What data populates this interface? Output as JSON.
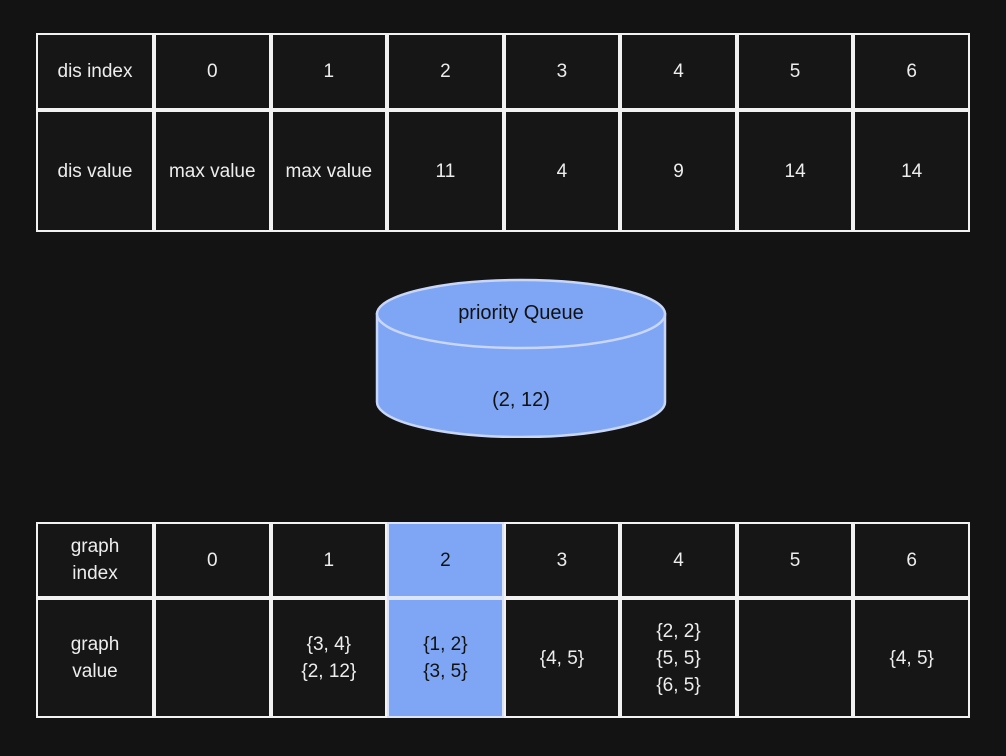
{
  "colors": {
    "background": "#131313",
    "border": "#f2f2f2",
    "text": "#ededed",
    "highlight": "#7ea6f4",
    "highlight_text": "#111111",
    "cylinder_fill": "#7ea6f4",
    "cylinder_stroke": "#c9d6f8"
  },
  "dis_table": {
    "index_label": "dis index",
    "value_label": "dis value",
    "indices": [
      "0",
      "1",
      "2",
      "3",
      "4",
      "5",
      "6"
    ],
    "values": [
      "max value",
      "max value",
      "11",
      "4",
      "9",
      "14",
      "14"
    ]
  },
  "queue": {
    "title": "priority Queue",
    "item": "(2, 12)"
  },
  "graph_table": {
    "index_label_lines": [
      "graph",
      "index"
    ],
    "value_label_lines": [
      "graph",
      "value"
    ],
    "indices": [
      "0",
      "1",
      "2",
      "3",
      "4",
      "5",
      "6"
    ],
    "highlighted_index": "2",
    "values": [
      [],
      [
        "{3, 4}",
        "{2, 12}"
      ],
      [
        "{1, 2}",
        "{3, 5}"
      ],
      [
        "{4, 5}"
      ],
      [
        "{2, 2}",
        "{5, 5}",
        "{6, 5}"
      ],
      [],
      [
        "{4, 5}"
      ]
    ]
  }
}
